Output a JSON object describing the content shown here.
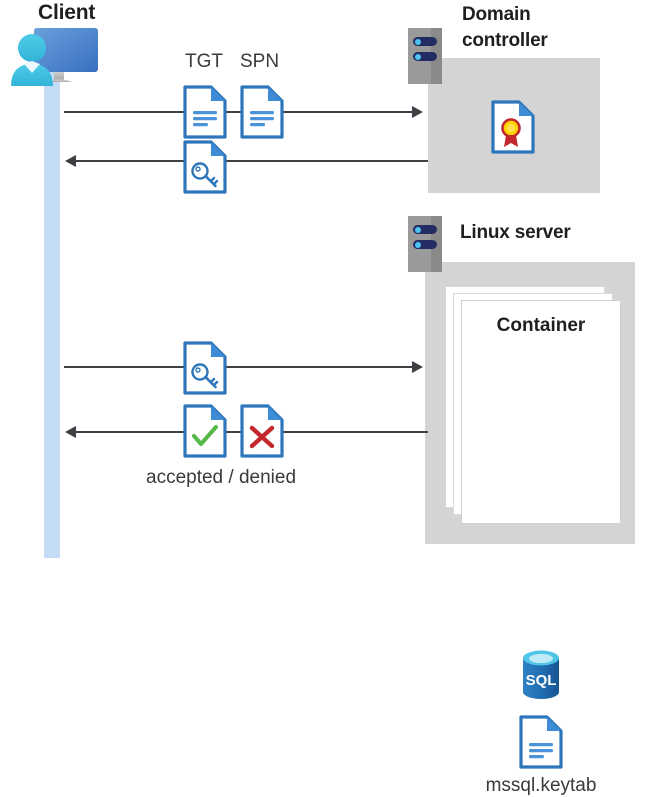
{
  "diagram": {
    "title_client": "Client",
    "title_domain_controller": "Domain\ncontroller",
    "title_domain_controller_line1": "Domain",
    "title_domain_controller_line2": "controller",
    "title_linux_server": "Linux server",
    "title_container": "Container",
    "label_tgt": "TGT",
    "label_spn": "SPN",
    "label_accepted_denied": "accepted / denied",
    "label_keytab_file": "mssql.keytab",
    "label_sql": "SQL",
    "icons": {
      "client": "client-computer-user-icon",
      "server_rack": "server-rack-icon",
      "ticket_document": "document-lines-icon",
      "key_document": "document-key-icon",
      "accepted_document": "document-check-icon",
      "denied_document": "document-x-icon",
      "certificate_document": "document-certificate-icon",
      "database": "sql-database-icon",
      "keytab_document": "document-lines-icon"
    },
    "colors": {
      "accent_blue": "#2e76bc",
      "doc_fold": "#3f8cd6",
      "lifeline": "#c5dcf7",
      "gray_box": "#d4d4d4",
      "arrow": "#3f3f46",
      "rack_bar": "#232c63",
      "rack_dot": "#4ec3ee",
      "accepted_green": "#57b84a",
      "denied_red": "#c3282d",
      "cert_gold": "#ffd400",
      "cert_ribbon": "#c3282d",
      "sql_blue": "#1f6cb0",
      "sql_top": "#50c5e8",
      "title_text": "#1f1f1f",
      "label_text": "#3a3a3a"
    },
    "flows": [
      {
        "name": "client-to-dc-request",
        "direction": "right",
        "from": "Client",
        "to": "Domain controller",
        "carries": [
          "TGT",
          "SPN"
        ]
      },
      {
        "name": "dc-to-client-ticket",
        "direction": "left",
        "from": "Domain controller",
        "to": "Client",
        "carries": [
          "service ticket"
        ]
      },
      {
        "name": "client-to-linux-ticket",
        "direction": "right",
        "from": "Client",
        "to": "Linux server",
        "carries": [
          "service ticket"
        ]
      },
      {
        "name": "linux-to-client-result",
        "direction": "left",
        "from": "Linux server",
        "to": "Client",
        "carries": [
          "accepted / denied"
        ]
      }
    ]
  }
}
